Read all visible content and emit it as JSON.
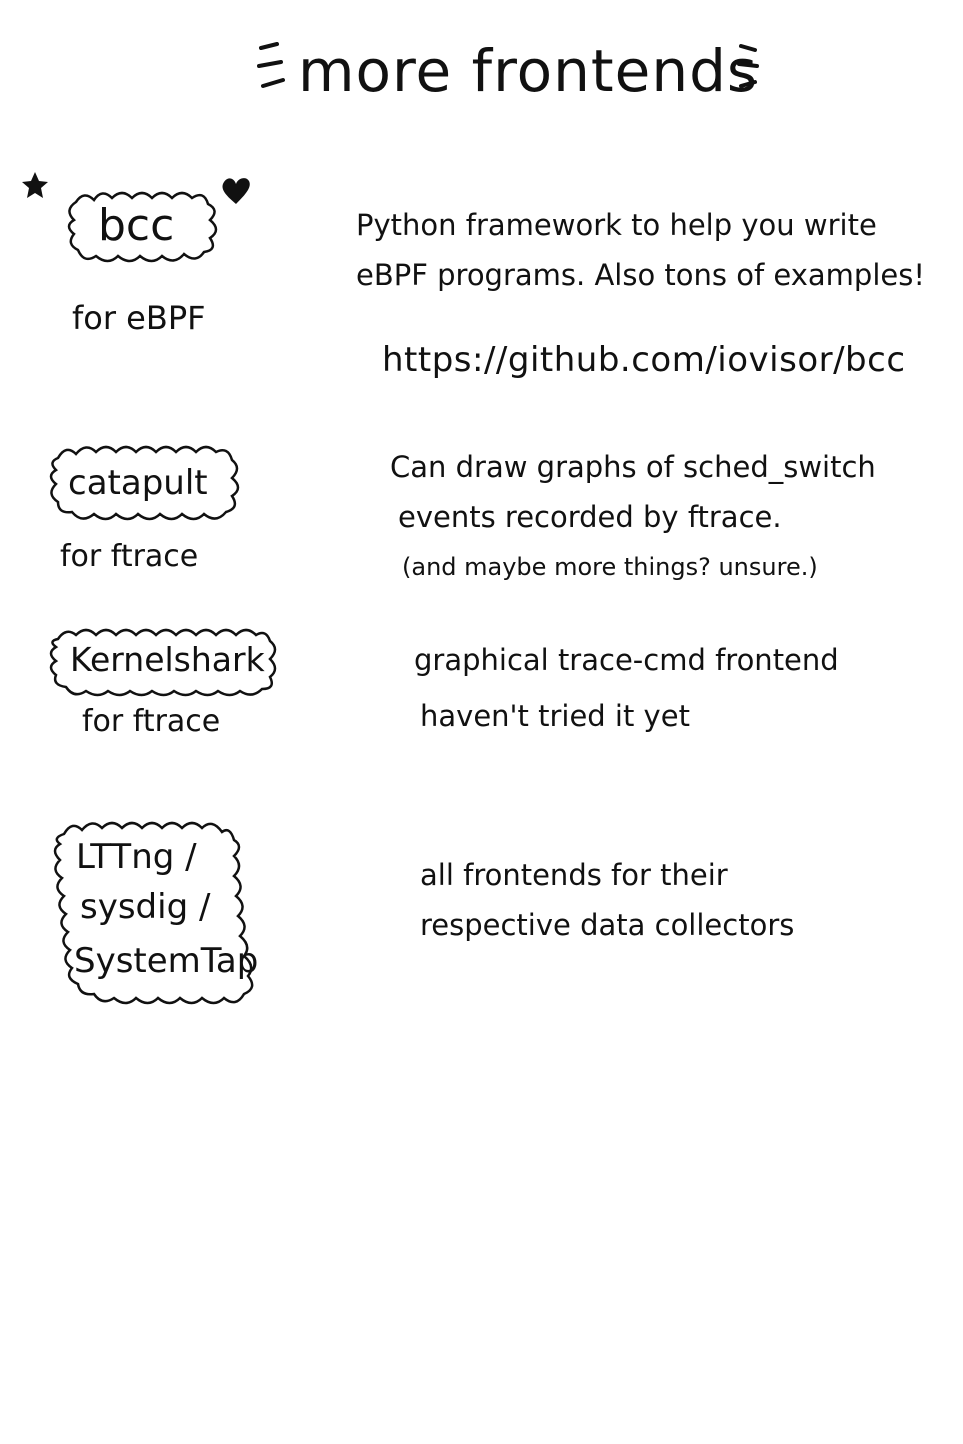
{
  "title": "more frontends",
  "items": [
    {
      "name": "bcc",
      "subtitle": "for eBPF",
      "lines": [
        "Python framework to help you write",
        "eBPF programs. Also tons of examples!"
      ],
      "link": "https://github.com/iovisor/bcc"
    },
    {
      "name": "catapult",
      "subtitle": "for ftrace",
      "lines": [
        "Can draw graphs of sched_switch",
        "events recorded by ftrace."
      ],
      "note": "(and maybe more things? unsure.)"
    },
    {
      "name": "Kernelshark",
      "subtitle": "for ftrace",
      "lines": [
        "graphical trace-cmd frontend",
        "haven't tried it yet"
      ]
    },
    {
      "name_lines": [
        "LTTng /",
        "sysdig /",
        "SystemTap"
      ],
      "lines": [
        "all frontends for their",
        "respective data collectors"
      ]
    }
  ],
  "icons": [
    "star-icon",
    "heart-icon"
  ],
  "colors": {
    "ink": "#111111",
    "background": "#ffffff"
  }
}
